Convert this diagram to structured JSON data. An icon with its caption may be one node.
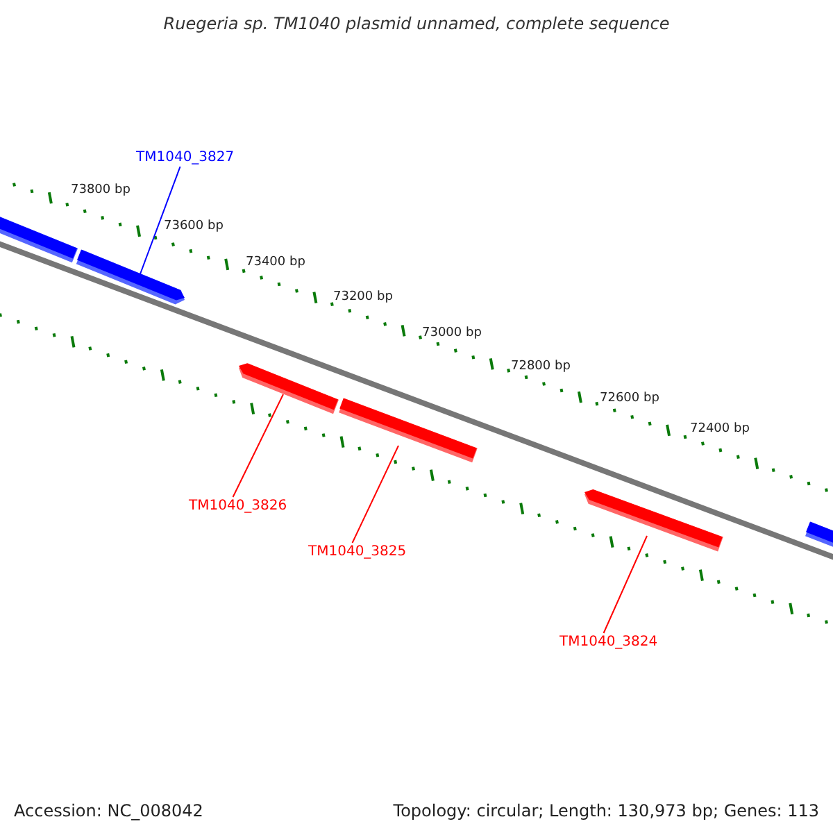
{
  "diagram": {
    "title": "Ruegeria sp. TM1040 plasmid unnamed, complete sequence",
    "nodes": [
      {
        "text": [
          "TM1040_3827"
        ]
      },
      {
        "text": [],
        "shape": "bar"
      },
      {
        "text": [],
        "shape": "bar"
      },
      {
        "text": [],
        "shape": "bar"
      },
      {
        "text": [],
        "shape": "bar"
      },
      {
        "text": [],
        "shape": "bar"
      },
      {
        "text": [],
        "shape": "bar"
      },
      {
        "text": [
          "TM1040_3826"
        ]
      },
      {
        "text": [
          "TM1040_3825"
        ]
      },
      {
        "text": [
          "TM1040_3824"
        ]
      }
    ],
    "edges": [
      {
        "from": 0,
        "to": 2,
        "arrow": "none",
        "color": "#0000ff"
      },
      {
        "from": 7,
        "to": 3,
        "arrow": "none",
        "color": "#ff0000"
      },
      {
        "from": 8,
        "to": 4,
        "arrow": "none",
        "color": "#ff0000"
      },
      {
        "from": 9,
        "to": 5,
        "arrow": "none",
        "color": "#ff0000"
      }
    ],
    "labels": [
      "73800 bp",
      "73600 bp",
      "73400 bp",
      "73200 bp",
      "73000 bp",
      "72800 bp",
      "72600 bp",
      "72400 bp",
      "Accession: NC_008042",
      "Topology: circular; Length: 130,973 bp; Genes: 113"
    ]
  }
}
